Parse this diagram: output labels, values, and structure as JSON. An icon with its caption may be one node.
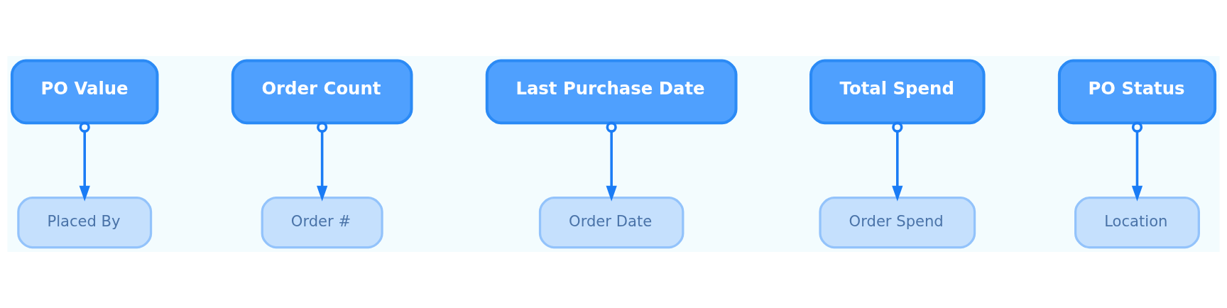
{
  "diagram": {
    "nodes": [
      {
        "text": [
          "PO Value"
        ]
      },
      {
        "text": [
          "Order Count"
        ]
      },
      {
        "text": [
          "Last Purchase Date"
        ]
      },
      {
        "text": [
          "Total Spend"
        ]
      },
      {
        "text": [
          "PO Status"
        ]
      },
      {
        "text": [
          "Placed By"
        ]
      },
      {
        "text": [
          "Order #"
        ]
      },
      {
        "text": [
          "Order Date"
        ]
      },
      {
        "text": [
          "Order Spend"
        ]
      },
      {
        "text": [
          "Location"
        ]
      }
    ],
    "edges": [
      {
        "from": 0,
        "to": 5,
        "arrow": "to"
      },
      {
        "from": 1,
        "to": 6,
        "arrow": "to"
      },
      {
        "from": 2,
        "to": 7,
        "arrow": "to"
      },
      {
        "from": 3,
        "to": 8,
        "arrow": "to"
      },
      {
        "from": 4,
        "to": 9,
        "arrow": "to"
      }
    ]
  }
}
